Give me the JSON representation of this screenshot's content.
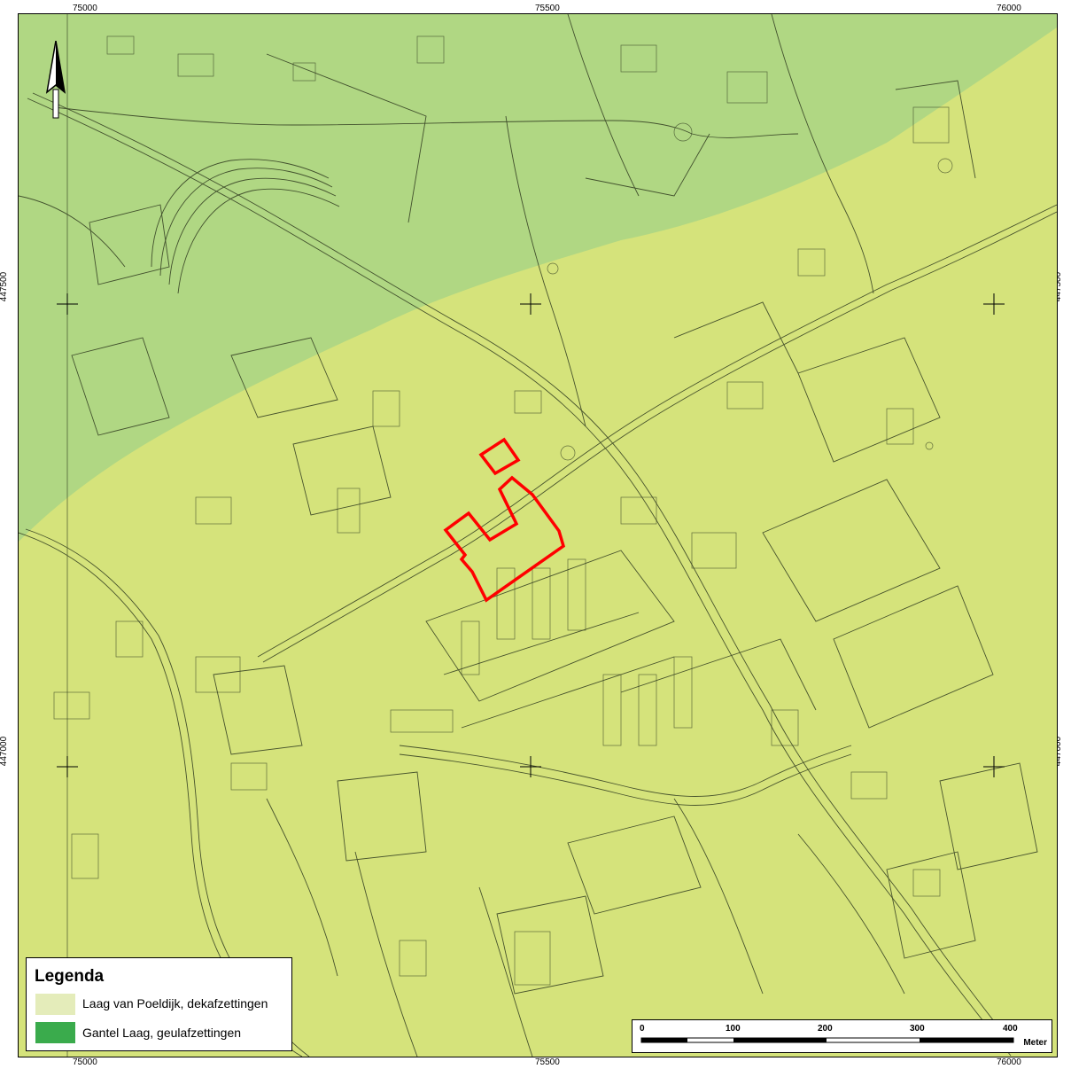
{
  "coordinates": {
    "x_ticks": [
      "75000",
      "75500",
      "76000"
    ],
    "y_ticks": [
      "447500",
      "447000"
    ]
  },
  "legend": {
    "title": "Legenda",
    "items": [
      {
        "label": "Laag van Poeldijk, dekafzettingen",
        "color": "#e4ecba"
      },
      {
        "label": "Gantel Laag, geulafzettingen",
        "color": "#3aab4c"
      }
    ]
  },
  "scale_bar": {
    "labels": [
      "0",
      "100",
      "200",
      "300",
      "400"
    ],
    "unit": "Meter"
  },
  "colors": {
    "poeldijk_zone": "#d5e37b",
    "gantel_zone": "#b0d783",
    "plan_boundary": "#ff0000"
  },
  "icons": {
    "north_arrow": "north-arrow-icon"
  }
}
